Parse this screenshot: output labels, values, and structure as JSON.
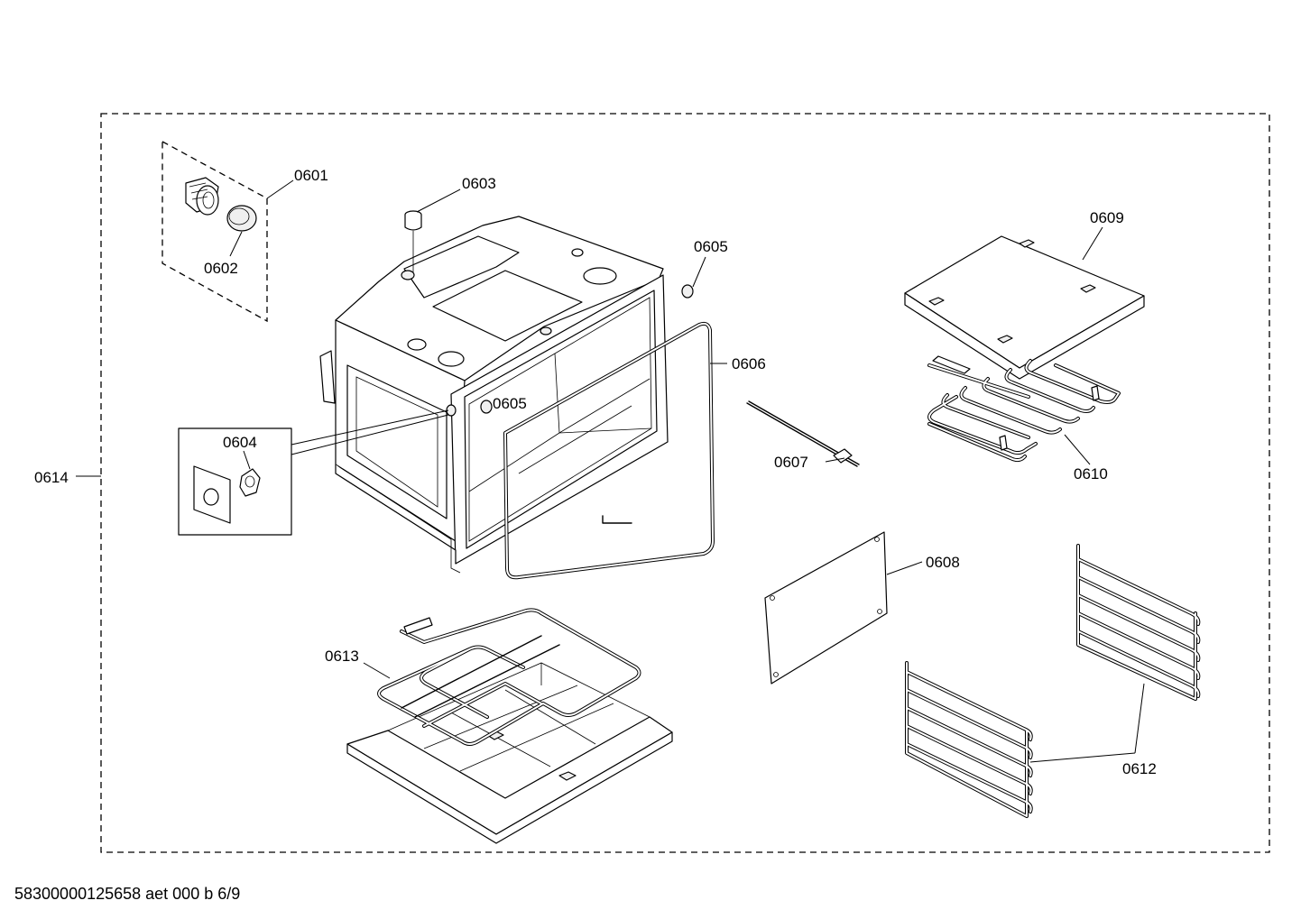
{
  "document_code": "58300000125658 aet 000 b 6/9",
  "callouts": {
    "c0601": "0601",
    "c0602": "0602",
    "c0603": "0603",
    "c0604": "0604",
    "c0605_top": "0605",
    "c0605_front": "0605",
    "c0606": "0606",
    "c0607": "0607",
    "c0608": "0608",
    "c0609": "0609",
    "c0610": "0610",
    "c0612": "0612",
    "c0613": "0613",
    "c0614": "0614"
  }
}
